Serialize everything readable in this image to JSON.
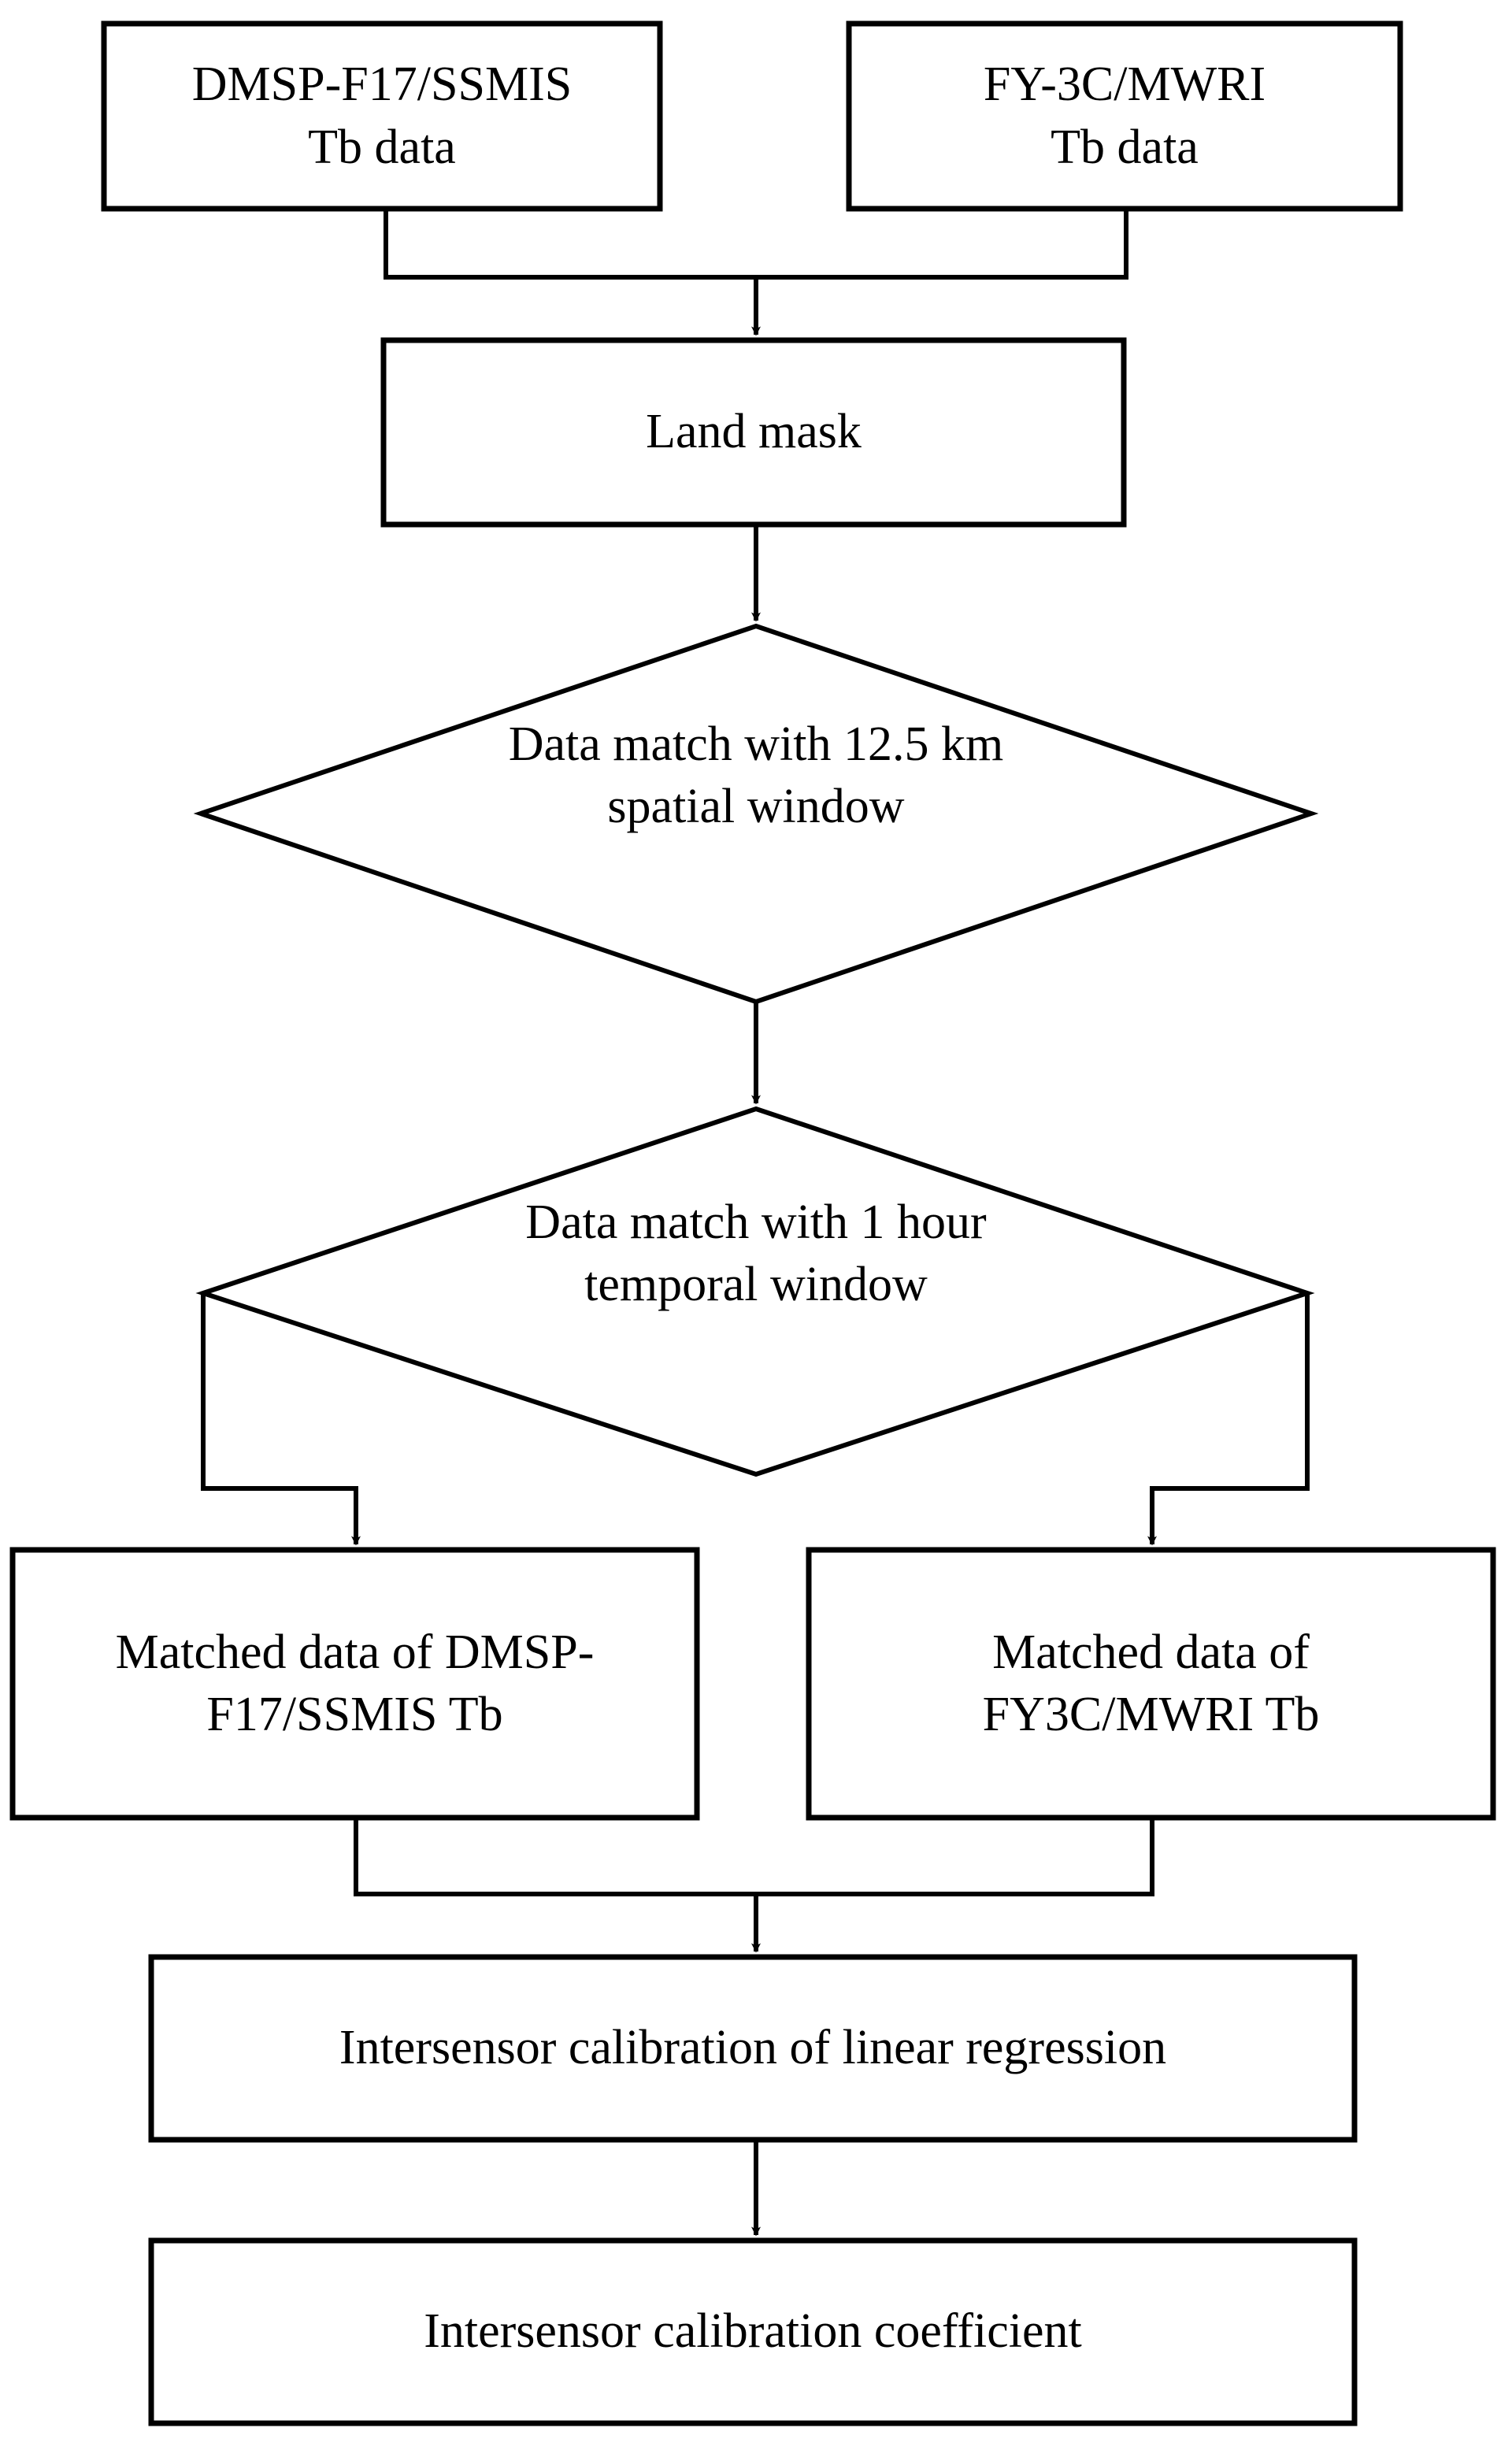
{
  "diagram": {
    "title": "Intersensor calibration flowchart",
    "background_color": "#ffffff",
    "stroke_color": "#000000",
    "text_color": "#000000",
    "nodes": {
      "dmsp_source": {
        "shape": "rectangle",
        "label": "DMSP-F17/SSMIS\nTb data"
      },
      "fy3c_source": {
        "shape": "rectangle",
        "label": "FY-3C/MWRI\nTb data"
      },
      "land_mask": {
        "shape": "rectangle",
        "label": "Land mask"
      },
      "spatial_match": {
        "shape": "diamond",
        "label": "Data match with 12.5 km\nspatial window"
      },
      "temporal_match": {
        "shape": "diamond",
        "label": "Data match with 1 hour\ntemporal window"
      },
      "matched_dmsp": {
        "shape": "rectangle",
        "label": "Matched data of DMSP-\nF17/SSMIS Tb"
      },
      "matched_fy3c": {
        "shape": "rectangle",
        "label": "Matched data of\nFY3C/MWRI Tb"
      },
      "linear_regression": {
        "shape": "rectangle",
        "label": "Intersensor calibration of linear regression"
      },
      "calibration_coefficient": {
        "shape": "rectangle",
        "label": "Intersensor calibration coefficient"
      }
    },
    "edges": [
      {
        "from": "dmsp_source",
        "to": "land_mask",
        "style": "elbow-merge-arrow"
      },
      {
        "from": "fy3c_source",
        "to": "land_mask",
        "style": "elbow-merge-arrow"
      },
      {
        "from": "land_mask",
        "to": "spatial_match",
        "style": "straight-arrow"
      },
      {
        "from": "spatial_match",
        "to": "temporal_match",
        "style": "straight-arrow"
      },
      {
        "from": "temporal_match",
        "to": "matched_dmsp",
        "style": "elbow-branch-arrow"
      },
      {
        "from": "temporal_match",
        "to": "matched_fy3c",
        "style": "elbow-branch-arrow"
      },
      {
        "from": "matched_dmsp",
        "to": "linear_regression",
        "style": "elbow-merge-arrow"
      },
      {
        "from": "matched_fy3c",
        "to": "linear_regression",
        "style": "elbow-merge-arrow"
      },
      {
        "from": "linear_regression",
        "to": "calibration_coefficient",
        "style": "straight-arrow"
      }
    ]
  }
}
